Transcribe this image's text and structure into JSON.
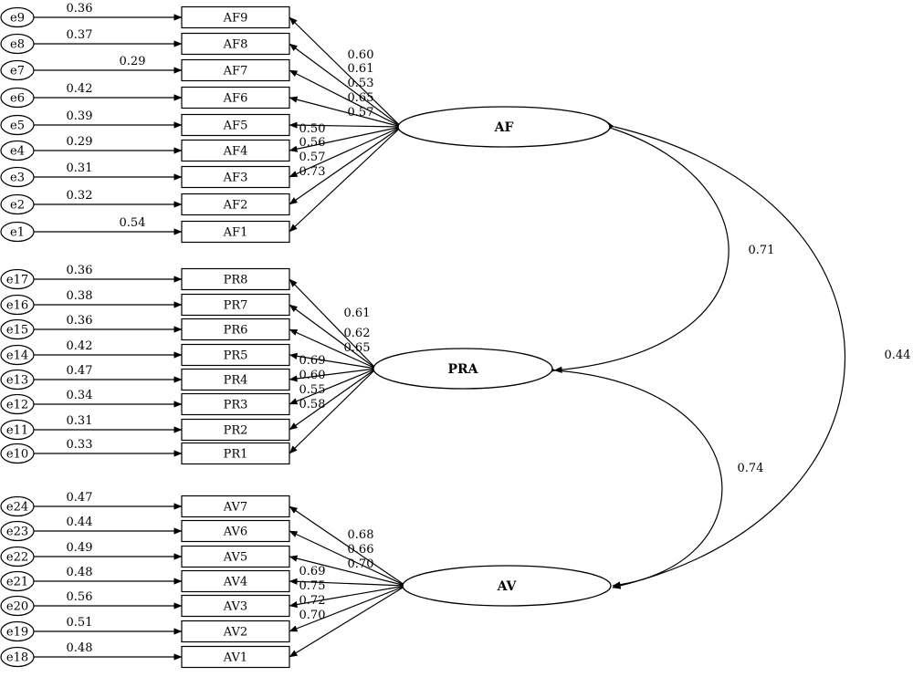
{
  "colors": {
    "line": "#000000",
    "background": "#ffffff"
  },
  "latent": [
    {
      "id": "AF",
      "label": "AF"
    },
    {
      "id": "PRA",
      "label": "PRA"
    },
    {
      "id": "AV",
      "label": "AV"
    }
  ],
  "groups": [
    {
      "latent": "AF",
      "items": [
        {
          "error": "e9",
          "indicator": "AF9",
          "r2": "0.36",
          "loading": "0.60"
        },
        {
          "error": "e8",
          "indicator": "AF8",
          "r2": "0.37",
          "loading": "0.61"
        },
        {
          "error": "e7",
          "indicator": "AF7",
          "r2": "0.29",
          "loading": "0.53"
        },
        {
          "error": "e6",
          "indicator": "AF6",
          "r2": "0.42",
          "loading": "0.65"
        },
        {
          "error": "e5",
          "indicator": "AF5",
          "r2": "0.39",
          "loading": "0.57"
        },
        {
          "error": "e4",
          "indicator": "AF4",
          "r2": "0.29",
          "loading": "0.50"
        },
        {
          "error": "e3",
          "indicator": "AF3",
          "r2": "0.31",
          "loading": "0.56"
        },
        {
          "error": "e2",
          "indicator": "AF2",
          "r2": "0.32",
          "loading": "0.57"
        },
        {
          "error": "e1",
          "indicator": "AF1",
          "r2": "0.54",
          "loading": "0.73"
        }
      ]
    },
    {
      "latent": "PRA",
      "items": [
        {
          "error": "e17",
          "indicator": "PR8",
          "r2": "0.36",
          "loading": "0.61"
        },
        {
          "error": "e16",
          "indicator": "PR7",
          "r2": "0.38",
          "loading": "0.62"
        },
        {
          "error": "e15",
          "indicator": "PR6",
          "r2": "0.36",
          "loading": "0.65"
        },
        {
          "error": "e14",
          "indicator": "PR5",
          "r2": "0.42",
          "loading": "0.69"
        },
        {
          "error": "e13",
          "indicator": "PR4",
          "r2": "0.47",
          "loading": "0.60"
        },
        {
          "error": "e12",
          "indicator": "PR3",
          "r2": "0.34",
          "loading": "0.55"
        },
        {
          "error": "e11",
          "indicator": "PR2",
          "r2": "0.31",
          "loading": "0.58"
        },
        {
          "error": "e10",
          "indicator": "PR1",
          "r2": "0.33",
          "loading": ""
        }
      ]
    },
    {
      "latent": "AV",
      "items": [
        {
          "error": "e24",
          "indicator": "AV7",
          "r2": "0.47",
          "loading": "0.68"
        },
        {
          "error": "e23",
          "indicator": "AV6",
          "r2": "0.44",
          "loading": "0.66"
        },
        {
          "error": "e22",
          "indicator": "AV5",
          "r2": "0.49",
          "loading": "0.70"
        },
        {
          "error": "e21",
          "indicator": "AV4",
          "r2": "0.48",
          "loading": "0.69"
        },
        {
          "error": "e20",
          "indicator": "AV3",
          "r2": "0.56",
          "loading": "0.75"
        },
        {
          "error": "e19",
          "indicator": "AV2",
          "r2": "0.51",
          "loading": "0.72"
        },
        {
          "error": "e18",
          "indicator": "AV1",
          "r2": "0.48",
          "loading": "0.70"
        }
      ]
    }
  ],
  "correlations": [
    {
      "from": "AF",
      "to": "PRA",
      "value": "0.71"
    },
    {
      "from": "PRA",
      "to": "AV",
      "value": "0.74"
    },
    {
      "from": "AF",
      "to": "AV",
      "value": "0.44"
    }
  ]
}
